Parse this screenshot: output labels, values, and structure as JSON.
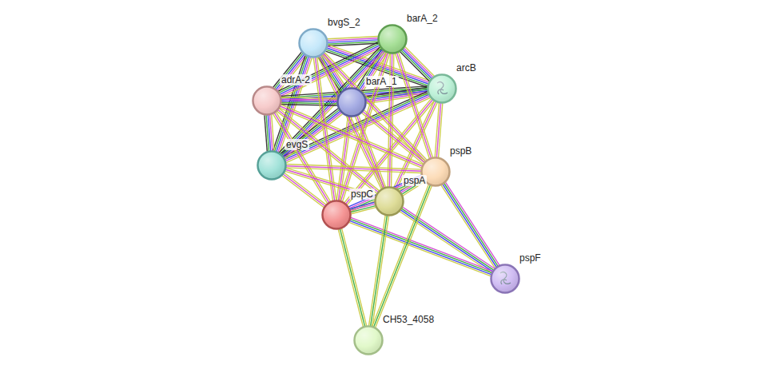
{
  "diagram": {
    "nodes": [
      {
        "text": [
          "bvgS_2"
        ]
      },
      {
        "text": [
          "barA_2"
        ]
      },
      {
        "text": [
          "arcB"
        ]
      },
      {
        "text": [
          "adrA-2"
        ]
      },
      {
        "text": [
          "barA_1"
        ]
      },
      {
        "text": [
          "evgS"
        ]
      },
      {
        "text": [
          "pspB"
        ]
      },
      {
        "text": [
          "pspA"
        ]
      },
      {
        "text": [
          "pspC"
        ]
      },
      {
        "text": [
          "pspF"
        ]
      },
      {
        "text": [
          "CH53_4058"
        ]
      }
    ],
    "edges": [
      {
        "from": 0,
        "to": 1,
        "arrow": "none"
      },
      {
        "from": 0,
        "to": 2,
        "arrow": "none"
      },
      {
        "from": 0,
        "to": 3,
        "arrow": "none"
      },
      {
        "from": 0,
        "to": 4,
        "arrow": "none"
      },
      {
        "from": 0,
        "to": 5,
        "arrow": "none"
      },
      {
        "from": 1,
        "to": 2,
        "arrow": "none"
      },
      {
        "from": 1,
        "to": 3,
        "arrow": "none"
      },
      {
        "from": 1,
        "to": 4,
        "arrow": "none"
      },
      {
        "from": 1,
        "to": 5,
        "arrow": "none"
      },
      {
        "from": 2,
        "to": 3,
        "arrow": "none"
      },
      {
        "from": 2,
        "to": 4,
        "arrow": "none"
      },
      {
        "from": 2,
        "to": 5,
        "arrow": "none"
      },
      {
        "from": 3,
        "to": 4,
        "arrow": "none"
      },
      {
        "from": 3,
        "to": 5,
        "arrow": "none"
      },
      {
        "from": 4,
        "to": 5,
        "arrow": "none"
      },
      {
        "from": 8,
        "to": 0,
        "arrow": "none"
      },
      {
        "from": 8,
        "to": 1,
        "arrow": "none"
      },
      {
        "from": 8,
        "to": 2,
        "arrow": "none"
      },
      {
        "from": 8,
        "to": 3,
        "arrow": "none"
      },
      {
        "from": 8,
        "to": 4,
        "arrow": "none"
      },
      {
        "from": 8,
        "to": 5,
        "arrow": "none"
      },
      {
        "from": 7,
        "to": 0,
        "arrow": "none"
      },
      {
        "from": 7,
        "to": 1,
        "arrow": "none"
      },
      {
        "from": 7,
        "to": 2,
        "arrow": "none"
      },
      {
        "from": 7,
        "to": 3,
        "arrow": "none"
      },
      {
        "from": 7,
        "to": 4,
        "arrow": "none"
      },
      {
        "from": 7,
        "to": 5,
        "arrow": "none"
      },
      {
        "from": 6,
        "to": 0,
        "arrow": "none"
      },
      {
        "from": 6,
        "to": 1,
        "arrow": "none"
      },
      {
        "from": 6,
        "to": 2,
        "arrow": "none"
      },
      {
        "from": 6,
        "to": 3,
        "arrow": "none"
      },
      {
        "from": 6,
        "to": 4,
        "arrow": "none"
      },
      {
        "from": 6,
        "to": 5,
        "arrow": "none"
      },
      {
        "from": 6,
        "to": 7,
        "arrow": "none"
      },
      {
        "from": 6,
        "to": 8,
        "arrow": "none"
      },
      {
        "from": 7,
        "to": 8,
        "arrow": "none"
      },
      {
        "from": 9,
        "to": 6,
        "arrow": "none"
      },
      {
        "from": 9,
        "to": 7,
        "arrow": "none"
      },
      {
        "from": 9,
        "to": 8,
        "arrow": "none"
      },
      {
        "from": 10,
        "to": 6,
        "arrow": "none"
      },
      {
        "from": 10,
        "to": 7,
        "arrow": "none"
      },
      {
        "from": 10,
        "to": 8,
        "arrow": "none"
      }
    ]
  }
}
